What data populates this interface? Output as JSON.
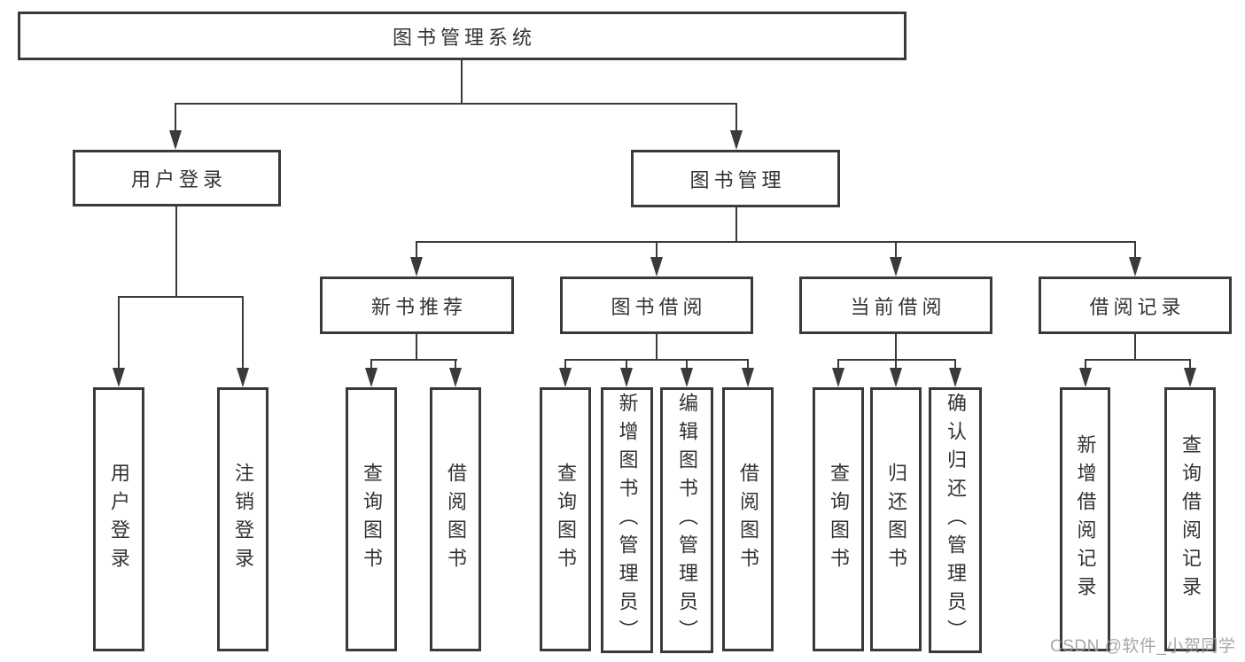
{
  "nodes": {
    "root": {
      "label": "图书管理系统"
    },
    "level2": [
      {
        "label": "用户登录"
      },
      {
        "label": "图书管理"
      }
    ],
    "level3": [
      {
        "label": "新书推荐"
      },
      {
        "label": "图书借阅"
      },
      {
        "label": "当前借阅"
      },
      {
        "label": "借阅记录"
      }
    ],
    "leaves": {
      "user_login": [
        {
          "label": "用户登录"
        },
        {
          "label": "注销登录"
        }
      ],
      "new_book_recommendation": [
        {
          "label": "查询图书"
        },
        {
          "label": "借阅图书"
        }
      ],
      "book_borrowing": [
        {
          "label": "查询图书"
        },
        {
          "label": "新增图书（管理员）"
        },
        {
          "label": "编辑图书（管理员）"
        },
        {
          "label": "借阅图书"
        }
      ],
      "current_borrowing": [
        {
          "label": "查询图书"
        },
        {
          "label": "归还图书"
        },
        {
          "label": "确认归还（管理员）"
        }
      ],
      "borrowing_records": [
        {
          "label": "新增借阅记录"
        },
        {
          "label": "查询借阅记录"
        }
      ]
    }
  },
  "watermark": {
    "text": "CSDN @软件_小贺同学"
  },
  "colors": {
    "line": "#3a3a3a",
    "text": "#333333",
    "watermark": "#9e9e9e",
    "background": "#ffffff"
  }
}
